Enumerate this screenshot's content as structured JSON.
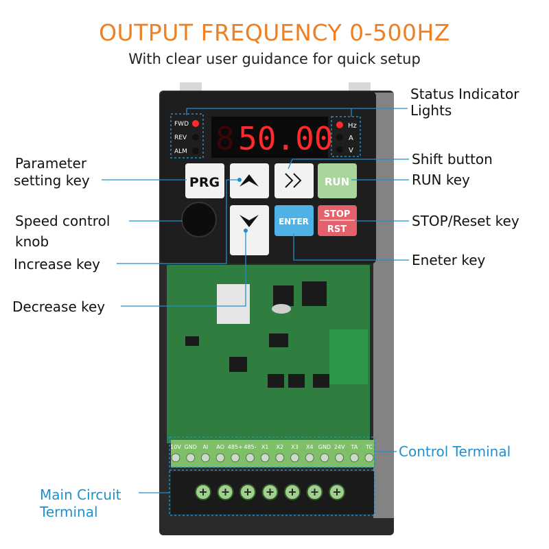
{
  "header": {
    "title": "OUTPUT FREQUENCY 0-500HZ",
    "subtitle": "With clear user guidance for quick setup"
  },
  "display": {
    "readout": "50.00",
    "left_indicators": [
      "FWD",
      "REV",
      "ALM"
    ],
    "right_indicators": [
      "Hz",
      "A",
      "V"
    ]
  },
  "keys": {
    "prg": "PRG",
    "run": "RUN",
    "enter": "ENTER",
    "stop": "STOP",
    "rst": "RST"
  },
  "terminals": {
    "control": [
      "10V",
      "GND",
      "AI",
      "AO",
      "485+",
      "485-",
      "X1",
      "X2",
      "X3",
      "X4",
      "GND",
      "24V",
      "TA",
      "TC"
    ],
    "power_count": 7
  },
  "labels": {
    "status_indicator_1": "Status Indicator",
    "status_indicator_2": "Lights",
    "shift_button": "Shift button",
    "run_key": "RUN key",
    "stop_reset_key": "STOP/Reset key",
    "enter_key": "Eneter key",
    "parameter_1": "Parameter",
    "parameter_2": "setting key",
    "speed_1": "Speed control",
    "speed_2": "knob",
    "increase_key": "Increase key",
    "decrease_key": "Decrease key",
    "control_terminal": "Control Terminal",
    "main_circuit_1": "Main Circuit",
    "main_circuit_2": "Terminal"
  },
  "colors": {
    "title": "#f07f22",
    "callout": "#1f8fd0",
    "display_red": "#ff2a2a",
    "run_green": "#a9d69a",
    "enter_blue": "#4fb2e6",
    "stop_red": "#e4606a",
    "pcb_green": "#2f7d3f",
    "terminal_green": "#7fbf6a"
  }
}
